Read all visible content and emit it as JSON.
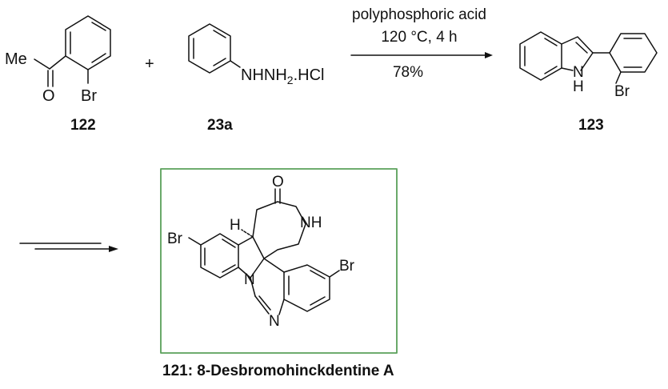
{
  "scheme": {
    "compounds": {
      "c122": {
        "number": "122",
        "me_label": "Me",
        "o_label": "O",
        "br_label": "Br"
      },
      "c23a": {
        "number": "23a",
        "reagent_label": "NHNH",
        "subscript": "2",
        "salt": ".HCl"
      },
      "c123": {
        "number": "123",
        "nh_label": "N",
        "h_label": "H",
        "br_label": "Br"
      },
      "c121": {
        "caption": "121: 8-Desbromohinckdentine A",
        "atoms": {
          "o": "O",
          "nh": "NH",
          "h": "H",
          "br_left": "Br",
          "br_right": "Br",
          "n_indole": "N",
          "n_imine": "N"
        }
      }
    },
    "plus_sign": "+",
    "conditions": {
      "reagent": "polyphosphoric acid",
      "temp_time": "120 °C, 4 h",
      "yield": "78%"
    },
    "colors": {
      "frame": "#5aa05a",
      "ink": "#111111"
    }
  }
}
